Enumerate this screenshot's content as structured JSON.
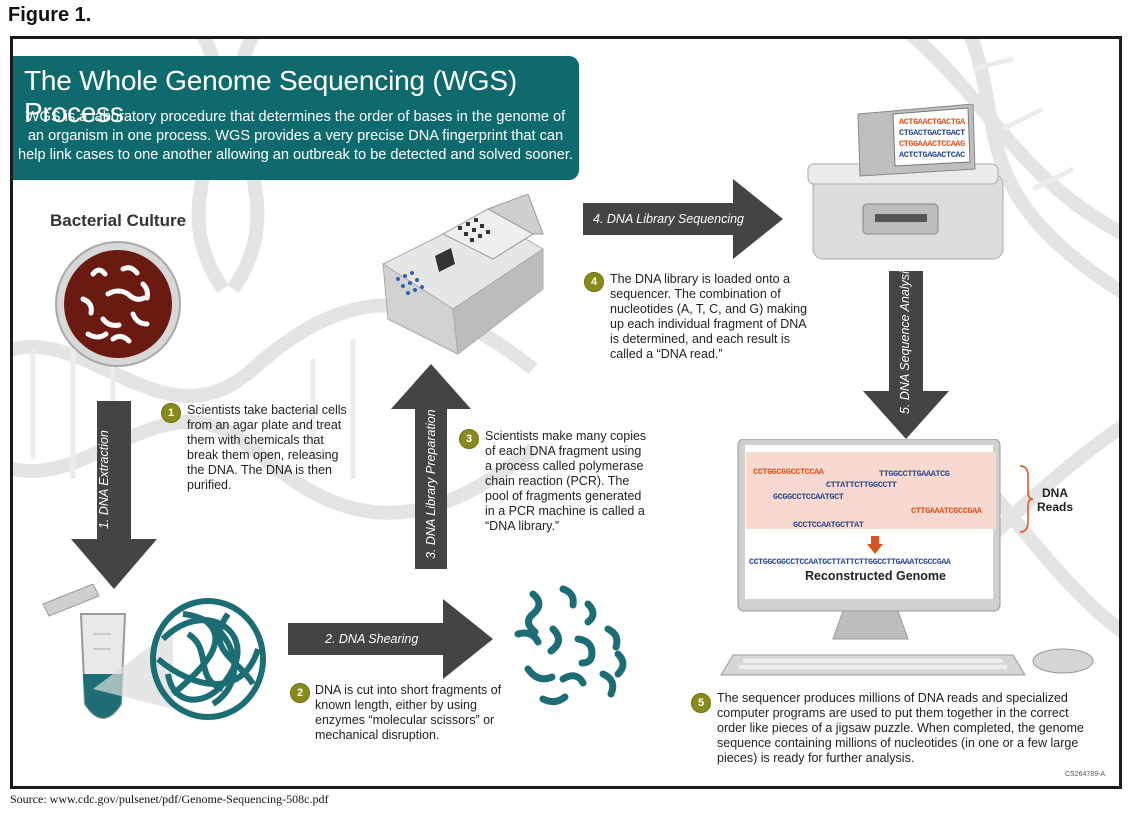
{
  "figure_label": "Figure 1.",
  "title": "The Whole Genome Sequencing (WGS) Process",
  "intro": "WGS is a laboratory procedure that determines the order of bases in the genome of an organism in one process. WGS provides a very precise DNA fingerprint that can help link cases to one another allowing an outbreak to be detected and solved sooner.",
  "culture_label": "Bacterial Culture",
  "arrows": {
    "extraction": "1. DNA Extraction",
    "shearing": "2. DNA Shearing",
    "library_prep": "3. DNA Library Preparation",
    "library_seq": "4. DNA Library Sequencing",
    "analysis": "5. DNA Sequence Analysis"
  },
  "steps": [
    {
      "num": "1",
      "text": "Scientists take bacterial cells from an agar plate and treat them with chemicals that break them open, releasing the DNA. The DNA is then purified."
    },
    {
      "num": "2",
      "text": "DNA is cut into short fragments of known length, either by using enzymes “molecular scissors” or mechanical disruption."
    },
    {
      "num": "3",
      "text": "Scientists make many copies of each DNA fragment using a process called polymerase chain reaction (PCR). The pool of fragments generated in a PCR machine is called a “DNA library.”"
    },
    {
      "num": "4",
      "text": "The DNA library is loaded onto a sequencer. The combination of nucleotides (A, T, C, and G) making up each individual fragment of DNA is determined, and each result is called a “DNA read.”"
    },
    {
      "num": "5",
      "text": "The sequencer produces millions of DNA reads and specialized computer programs are used to put them together in the correct order like pieces of a jigsaw puzzle. When completed, the genome sequence containing millions of nucleotides (in one or a few large pieces) is ready for further analysis."
    }
  ],
  "sequencer_screen": [
    "ACTGAACTGACTGA",
    "CTGACTGACTGACT",
    "CTGGAAACTCCAAG",
    "ACTCTGAGACTCAC"
  ],
  "reads": [
    "CCTGGCGGCCTCCAA",
    "TTGGCCTTGAAATCG",
    "CTTATTCTTGGCCTT",
    "GCGGCCTCCAATGCT",
    "CTTGAAATCGCCGAA",
    "GCCTCCAATGCTTAT"
  ],
  "reads_label": "DNA\nReads",
  "reconstructed_sequence": "CCTGGCGGCCTCCAATGCTTATTCTTGGCCTTGAAATCGCCGAA",
  "reconstructed_label": "Reconstructed Genome",
  "figure_code": "CS264789-A",
  "source": "Source: www.cdc.gov/pulsenet/pdf/Genome-Sequencing-508c.pdf",
  "colors": {
    "teal": "#0f6a6d",
    "badge": "#8a8a1c",
    "arrow": "#444444",
    "dna": "#1c6e74",
    "agar": "#6b1a12",
    "seq_blue": "#2b4a8f",
    "seq_orange": "#d9531e"
  }
}
